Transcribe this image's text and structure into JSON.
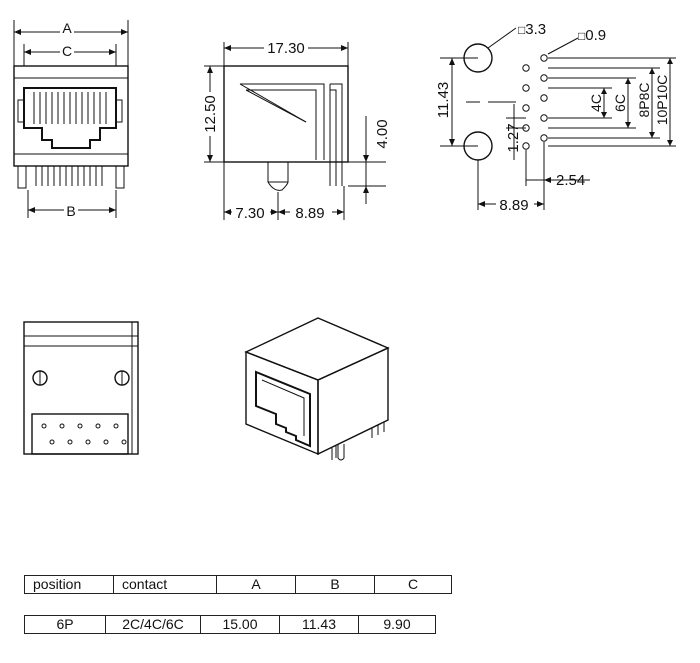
{
  "front_view": {
    "dim_a": "A",
    "dim_c": "C",
    "dim_b": "B"
  },
  "side_view": {
    "width": "17.30",
    "height": "12.50",
    "pin_length": "4.00",
    "offset_left": "7.30",
    "offset_right": "8.89"
  },
  "footprint": {
    "hole_large": "3.3",
    "hole_small": "0.9",
    "row_spacing": "11.43",
    "pin_pitch": "1.27",
    "row_offset": "2.54",
    "hole_x": "8.89",
    "labels": [
      "4C",
      "6C",
      "8P8C",
      "10P10C"
    ]
  },
  "table": {
    "headers": [
      "position",
      "contact",
      "A",
      "B",
      "C"
    ],
    "row": [
      "6P",
      "2C/4C/6C",
      "15.00",
      "11.43",
      "9.90"
    ]
  }
}
